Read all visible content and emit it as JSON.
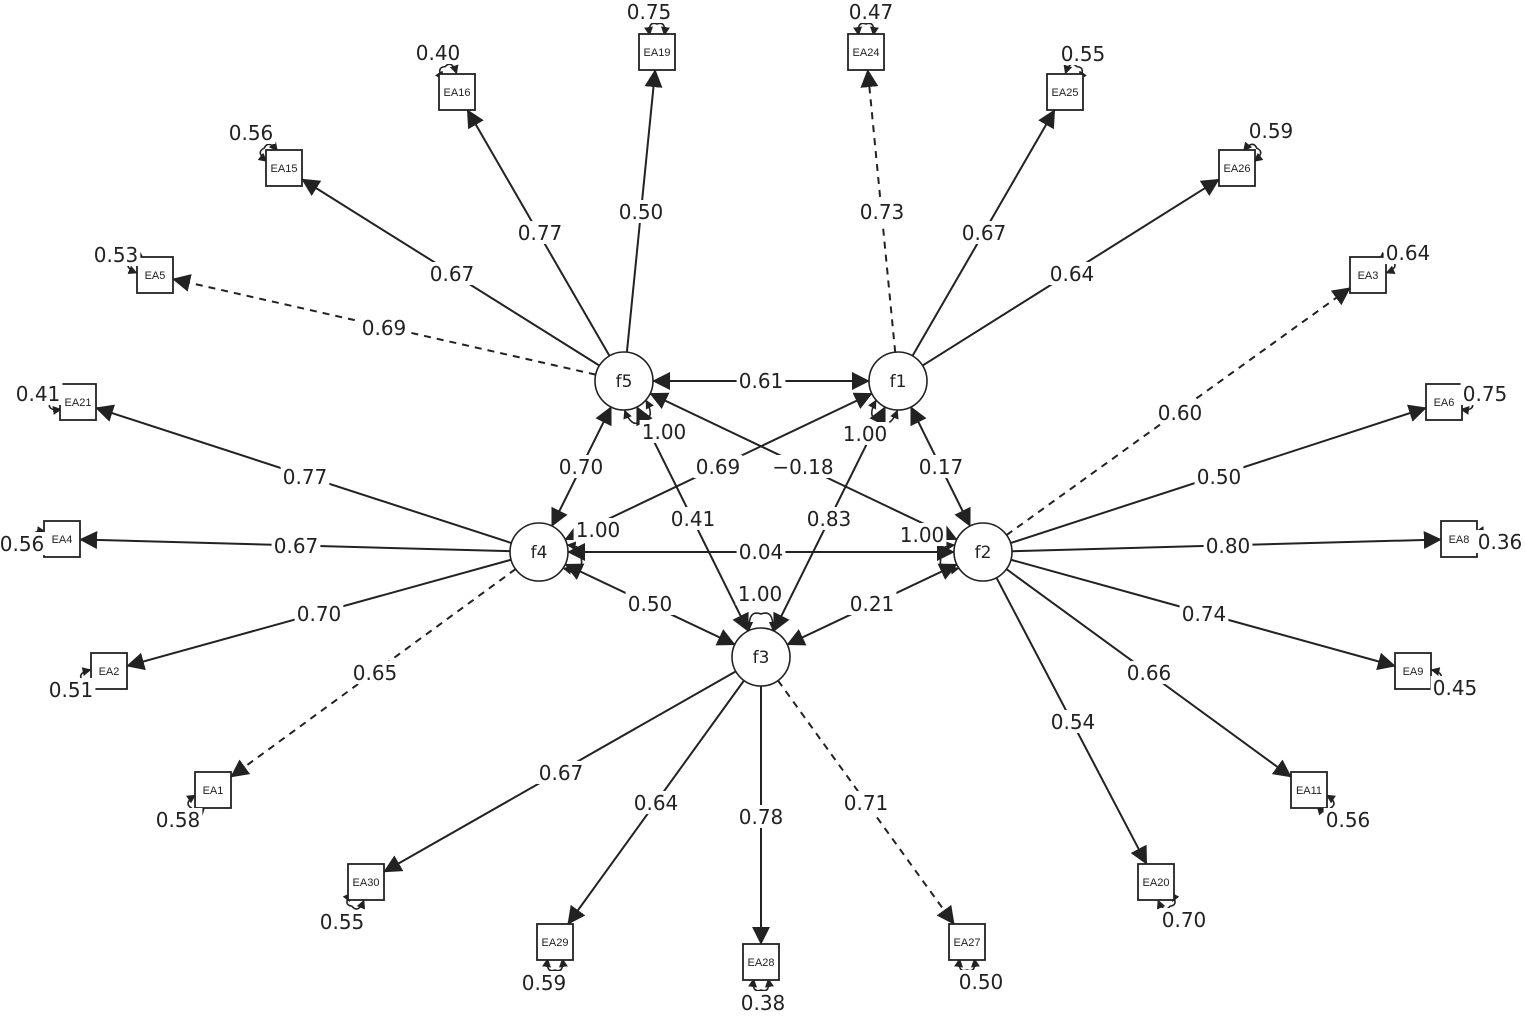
{
  "latents": [
    {
      "id": "f5",
      "label": "f5",
      "variance": "1.00"
    },
    {
      "id": "f1",
      "label": "f1",
      "variance": "1.00"
    },
    {
      "id": "f4",
      "label": "f4",
      "variance": "1.00"
    },
    {
      "id": "f2",
      "label": "f2",
      "variance": "1.00"
    },
    {
      "id": "f3",
      "label": "f3",
      "variance": "1.00"
    }
  ],
  "manifests": [
    {
      "id": "EA19",
      "label": "EA19",
      "residual": "0.75"
    },
    {
      "id": "EA16",
      "label": "EA16",
      "residual": "0.40"
    },
    {
      "id": "EA15",
      "label": "EA15",
      "residual": "0.56"
    },
    {
      "id": "EA5",
      "label": "EA5",
      "residual": "0.53"
    },
    {
      "id": "EA21",
      "label": "EA21",
      "residual": "0.41"
    },
    {
      "id": "EA4",
      "label": "EA4",
      "residual": "0.56"
    },
    {
      "id": "EA2",
      "label": "EA2",
      "residual": "0.51"
    },
    {
      "id": "EA1",
      "label": "EA1",
      "residual": "0.58"
    },
    {
      "id": "EA30",
      "label": "EA30",
      "residual": "0.55"
    },
    {
      "id": "EA29",
      "label": "EA29",
      "residual": "0.59"
    },
    {
      "id": "EA28",
      "label": "EA28",
      "residual": "0.38"
    },
    {
      "id": "EA27",
      "label": "EA27",
      "residual": "0.50"
    },
    {
      "id": "EA20",
      "label": "EA20",
      "residual": "0.70"
    },
    {
      "id": "EA11",
      "label": "EA11",
      "residual": "0.56"
    },
    {
      "id": "EA9",
      "label": "EA9",
      "residual": "0.45"
    },
    {
      "id": "EA8",
      "label": "EA8",
      "residual": "0.36"
    },
    {
      "id": "EA6",
      "label": "EA6",
      "residual": "0.75"
    },
    {
      "id": "EA3",
      "label": "EA3",
      "residual": "0.64"
    },
    {
      "id": "EA26",
      "label": "EA26",
      "residual": "0.59"
    },
    {
      "id": "EA25",
      "label": "EA25",
      "residual": "0.55"
    },
    {
      "id": "EA24",
      "label": "EA24",
      "residual": "0.47"
    }
  ],
  "loadings": [
    {
      "from": "f5",
      "to": "EA19",
      "value": "0.50",
      "fixed": false
    },
    {
      "from": "f5",
      "to": "EA16",
      "value": "0.77",
      "fixed": false
    },
    {
      "from": "f5",
      "to": "EA15",
      "value": "0.67",
      "fixed": false
    },
    {
      "from": "f5",
      "to": "EA5",
      "value": "0.69",
      "fixed": true
    },
    {
      "from": "f4",
      "to": "EA21",
      "value": "0.77",
      "fixed": false
    },
    {
      "from": "f4",
      "to": "EA4",
      "value": "0.67",
      "fixed": false
    },
    {
      "from": "f4",
      "to": "EA2",
      "value": "0.70",
      "fixed": false
    },
    {
      "from": "f4",
      "to": "EA1",
      "value": "0.65",
      "fixed": true
    },
    {
      "from": "f3",
      "to": "EA30",
      "value": "0.67",
      "fixed": false
    },
    {
      "from": "f3",
      "to": "EA29",
      "value": "0.64",
      "fixed": false
    },
    {
      "from": "f3",
      "to": "EA28",
      "value": "0.78",
      "fixed": false
    },
    {
      "from": "f3",
      "to": "EA27",
      "value": "0.71",
      "fixed": true
    },
    {
      "from": "f2",
      "to": "EA20",
      "value": "0.54",
      "fixed": false
    },
    {
      "from": "f2",
      "to": "EA11",
      "value": "0.66",
      "fixed": false
    },
    {
      "from": "f2",
      "to": "EA9",
      "value": "0.74",
      "fixed": false
    },
    {
      "from": "f2",
      "to": "EA8",
      "value": "0.80",
      "fixed": false
    },
    {
      "from": "f2",
      "to": "EA6",
      "value": "0.50",
      "fixed": false
    },
    {
      "from": "f2",
      "to": "EA3",
      "value": "0.60",
      "fixed": true
    },
    {
      "from": "f1",
      "to": "EA26",
      "value": "0.64",
      "fixed": false
    },
    {
      "from": "f1",
      "to": "EA25",
      "value": "0.67",
      "fixed": false
    },
    {
      "from": "f1",
      "to": "EA24",
      "value": "0.73",
      "fixed": true
    }
  ],
  "covariances": [
    {
      "a": "f5",
      "b": "f1",
      "value": "0.61"
    },
    {
      "a": "f5",
      "b": "f4",
      "value": "0.70"
    },
    {
      "a": "f5",
      "b": "f2",
      "value": "−0.18"
    },
    {
      "a": "f5",
      "b": "f3",
      "value": "0.41"
    },
    {
      "a": "f1",
      "b": "f4",
      "value": "0.69"
    },
    {
      "a": "f1",
      "b": "f2",
      "value": "0.17"
    },
    {
      "a": "f1",
      "b": "f3",
      "value": "0.83"
    },
    {
      "a": "f4",
      "b": "f2",
      "value": "0.04"
    },
    {
      "a": "f4",
      "b": "f3",
      "value": "0.50"
    },
    {
      "a": "f2",
      "b": "f3",
      "value": "0.21"
    }
  ]
}
